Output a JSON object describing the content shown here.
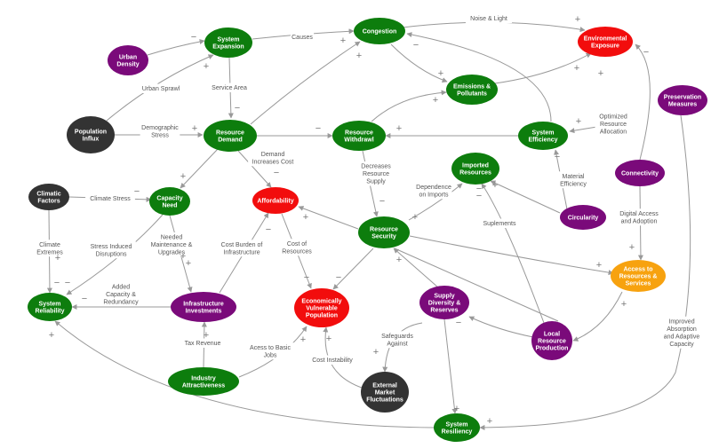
{
  "colors": {
    "green": "#0d7d0d",
    "purple": "#7a0a7a",
    "red": "#f20d0d",
    "orange": "#f7a20f",
    "dark": "#333333",
    "edge": "#999999",
    "label_bg": "#ffffff"
  },
  "nodes": [
    {
      "id": "urban-density",
      "lines": [
        "Urban",
        "Density"
      ],
      "color": "purple"
    },
    {
      "id": "system-expansion",
      "lines": [
        "System",
        "Expansion"
      ],
      "color": "green"
    },
    {
      "id": "congestion",
      "lines": [
        "Congestion"
      ],
      "color": "green"
    },
    {
      "id": "environmental-exposure",
      "lines": [
        "Environmental",
        "Exposure"
      ],
      "color": "red"
    },
    {
      "id": "emissions-pollutants",
      "lines": [
        "Emissions &",
        "Pollutants"
      ],
      "color": "green"
    },
    {
      "id": "preservation-measures",
      "lines": [
        "Preservation",
        "Measures"
      ],
      "color": "purple"
    },
    {
      "id": "population-influx",
      "lines": [
        "Population",
        "Influx"
      ],
      "color": "dark"
    },
    {
      "id": "resource-demand",
      "lines": [
        "Resource",
        "Demand"
      ],
      "color": "green"
    },
    {
      "id": "resource-withdrawl",
      "lines": [
        "Resource",
        "Withdrawl"
      ],
      "color": "green"
    },
    {
      "id": "system-efficiency",
      "lines": [
        "System",
        "Efficiency"
      ],
      "color": "green"
    },
    {
      "id": "imported-resources",
      "lines": [
        "Imported",
        "Resources"
      ],
      "color": "green"
    },
    {
      "id": "connectivity",
      "lines": [
        "Connectivity"
      ],
      "color": "purple"
    },
    {
      "id": "climatic-factors",
      "lines": [
        "Climatic",
        "Factors"
      ],
      "color": "dark"
    },
    {
      "id": "capacity-need",
      "lines": [
        "Capacity",
        "Need"
      ],
      "color": "green"
    },
    {
      "id": "affordability",
      "lines": [
        "Affordability"
      ],
      "color": "red"
    },
    {
      "id": "resource-security",
      "lines": [
        "Resource",
        "Security"
      ],
      "color": "green"
    },
    {
      "id": "circularity",
      "lines": [
        "Circularity"
      ],
      "color": "purple"
    },
    {
      "id": "access-resources-services",
      "lines": [
        "Access to",
        "Resources &",
        "Services"
      ],
      "color": "orange"
    },
    {
      "id": "system-reliability",
      "lines": [
        "System",
        "Reliability"
      ],
      "color": "green"
    },
    {
      "id": "infrastructure-investments",
      "lines": [
        "Infrastructure",
        "Investments"
      ],
      "color": "purple"
    },
    {
      "id": "economically-vulnerable-population",
      "lines": [
        "Economically",
        "Vulnerable",
        "Population"
      ],
      "color": "red"
    },
    {
      "id": "supply-diversity-reserves",
      "lines": [
        "Supply",
        "Diversity &",
        "Reserves"
      ],
      "color": "purple"
    },
    {
      "id": "local-resource-production",
      "lines": [
        "Local",
        "Resource",
        "Production"
      ],
      "color": "purple"
    },
    {
      "id": "industry-attractiveness",
      "lines": [
        "Industry",
        "Attractiveness"
      ],
      "color": "green"
    },
    {
      "id": "external-market-fluctuations",
      "lines": [
        "External",
        "Market",
        "Fluctuations"
      ],
      "color": "dark"
    },
    {
      "id": "system-resiliency",
      "lines": [
        "System",
        "Resiliency"
      ],
      "color": "green"
    }
  ],
  "edge_labels": [
    {
      "id": "causes",
      "lines": [
        "Causes"
      ]
    },
    {
      "id": "noise-light",
      "lines": [
        "Noise & Light"
      ]
    },
    {
      "id": "urban-sprawl",
      "lines": [
        "Urban Sprawl"
      ]
    },
    {
      "id": "service-area",
      "lines": [
        "Service Area"
      ]
    },
    {
      "id": "demographic-stress",
      "lines": [
        "Demographic",
        "Stress"
      ]
    },
    {
      "id": "optimized-allocation",
      "lines": [
        "Optimized",
        "Resource",
        "Allocation"
      ]
    },
    {
      "id": "demand-increases-cost",
      "lines": [
        "Demand",
        "Increases Cost"
      ]
    },
    {
      "id": "decreases-supply",
      "lines": [
        "Decreases",
        "Resource",
        "Supply"
      ]
    },
    {
      "id": "material-efficiency",
      "lines": [
        "Material",
        "Efficiency"
      ]
    },
    {
      "id": "climate-stress",
      "lines": [
        "Climate Stress"
      ]
    },
    {
      "id": "dependence-imports",
      "lines": [
        "Dependence",
        "on Imports"
      ]
    },
    {
      "id": "digital-access",
      "lines": [
        "Digital Access",
        "and Adoption"
      ]
    },
    {
      "id": "supplements",
      "lines": [
        "Suplements"
      ]
    },
    {
      "id": "climate-extremes",
      "lines": [
        "Climate",
        "Extremes"
      ]
    },
    {
      "id": "stress-induced",
      "lines": [
        "Stress Induced",
        "Disruptions"
      ]
    },
    {
      "id": "needed-maintenance",
      "lines": [
        "Needed",
        "Maintenance &",
        "Upgrades"
      ]
    },
    {
      "id": "cost-burden",
      "lines": [
        "Cost Burden of",
        "Infrastructure"
      ]
    },
    {
      "id": "cost-of-resources",
      "lines": [
        "Cost of",
        "Resources"
      ]
    },
    {
      "id": "added-capacity",
      "lines": [
        "Added",
        "Capacity &",
        "Redundancy"
      ]
    },
    {
      "id": "improved-absorption",
      "lines": [
        "Improved",
        "Absorption",
        "and Adaptive",
        "Capacity"
      ]
    },
    {
      "id": "safeguards-against",
      "lines": [
        "Safeguards",
        "Against"
      ]
    },
    {
      "id": "tax-revenue",
      "lines": [
        "Tax Revenue"
      ]
    },
    {
      "id": "access-basic-jobs",
      "lines": [
        "Acess to Basic",
        "Jobs"
      ]
    },
    {
      "id": "cost-instability",
      "lines": [
        "Cost Instability"
      ]
    }
  ],
  "signs": [
    {
      "id": "s1",
      "text": "−"
    },
    {
      "id": "s2",
      "text": "+"
    },
    {
      "id": "s3",
      "text": "+"
    },
    {
      "id": "s4",
      "text": "−"
    },
    {
      "id": "s5",
      "text": "+"
    },
    {
      "id": "s6",
      "text": "+"
    },
    {
      "id": "s7",
      "text": "+"
    },
    {
      "id": "s8",
      "text": "+"
    },
    {
      "id": "s9",
      "text": "−"
    },
    {
      "id": "s10",
      "text": "+"
    },
    {
      "id": "s11",
      "text": "+"
    },
    {
      "id": "s12",
      "text": "−"
    },
    {
      "id": "s13",
      "text": "+"
    },
    {
      "id": "s14",
      "text": "+"
    },
    {
      "id": "s15",
      "text": "−"
    },
    {
      "id": "s16",
      "text": "−"
    },
    {
      "id": "s17",
      "text": "+"
    },
    {
      "id": "s18",
      "text": "−"
    },
    {
      "id": "s19",
      "text": "+"
    },
    {
      "id": "s20",
      "text": "−"
    },
    {
      "id": "s21",
      "text": "+"
    },
    {
      "id": "s22",
      "text": "+"
    },
    {
      "id": "s23",
      "text": "+"
    },
    {
      "id": "s24",
      "text": "−"
    },
    {
      "id": "s25",
      "text": "−"
    },
    {
      "id": "s26",
      "text": "+"
    },
    {
      "id": "s27",
      "text": "−"
    },
    {
      "id": "s28",
      "text": "−"
    },
    {
      "id": "s29",
      "text": "+"
    },
    {
      "id": "s30",
      "text": "+"
    },
    {
      "id": "s31",
      "text": "−"
    },
    {
      "id": "s32",
      "text": "−"
    },
    {
      "id": "s33",
      "text": "+"
    },
    {
      "id": "s34",
      "text": "−"
    },
    {
      "id": "s35",
      "text": "−"
    },
    {
      "id": "s36",
      "text": "−"
    },
    {
      "id": "s37",
      "text": "−"
    },
    {
      "id": "s38",
      "text": "+"
    },
    {
      "id": "s39",
      "text": "+"
    },
    {
      "id": "s40",
      "text": "+"
    },
    {
      "id": "s41",
      "text": "+"
    },
    {
      "id": "s42",
      "text": "+"
    },
    {
      "id": "s43",
      "text": "+"
    },
    {
      "id": "s44",
      "text": "+"
    },
    {
      "id": "s45",
      "text": "+"
    },
    {
      "id": "s46",
      "text": "−"
    },
    {
      "id": "s47",
      "text": "+"
    },
    {
      "id": "s48",
      "text": "+"
    },
    {
      "id": "s49",
      "text": "+"
    }
  ]
}
